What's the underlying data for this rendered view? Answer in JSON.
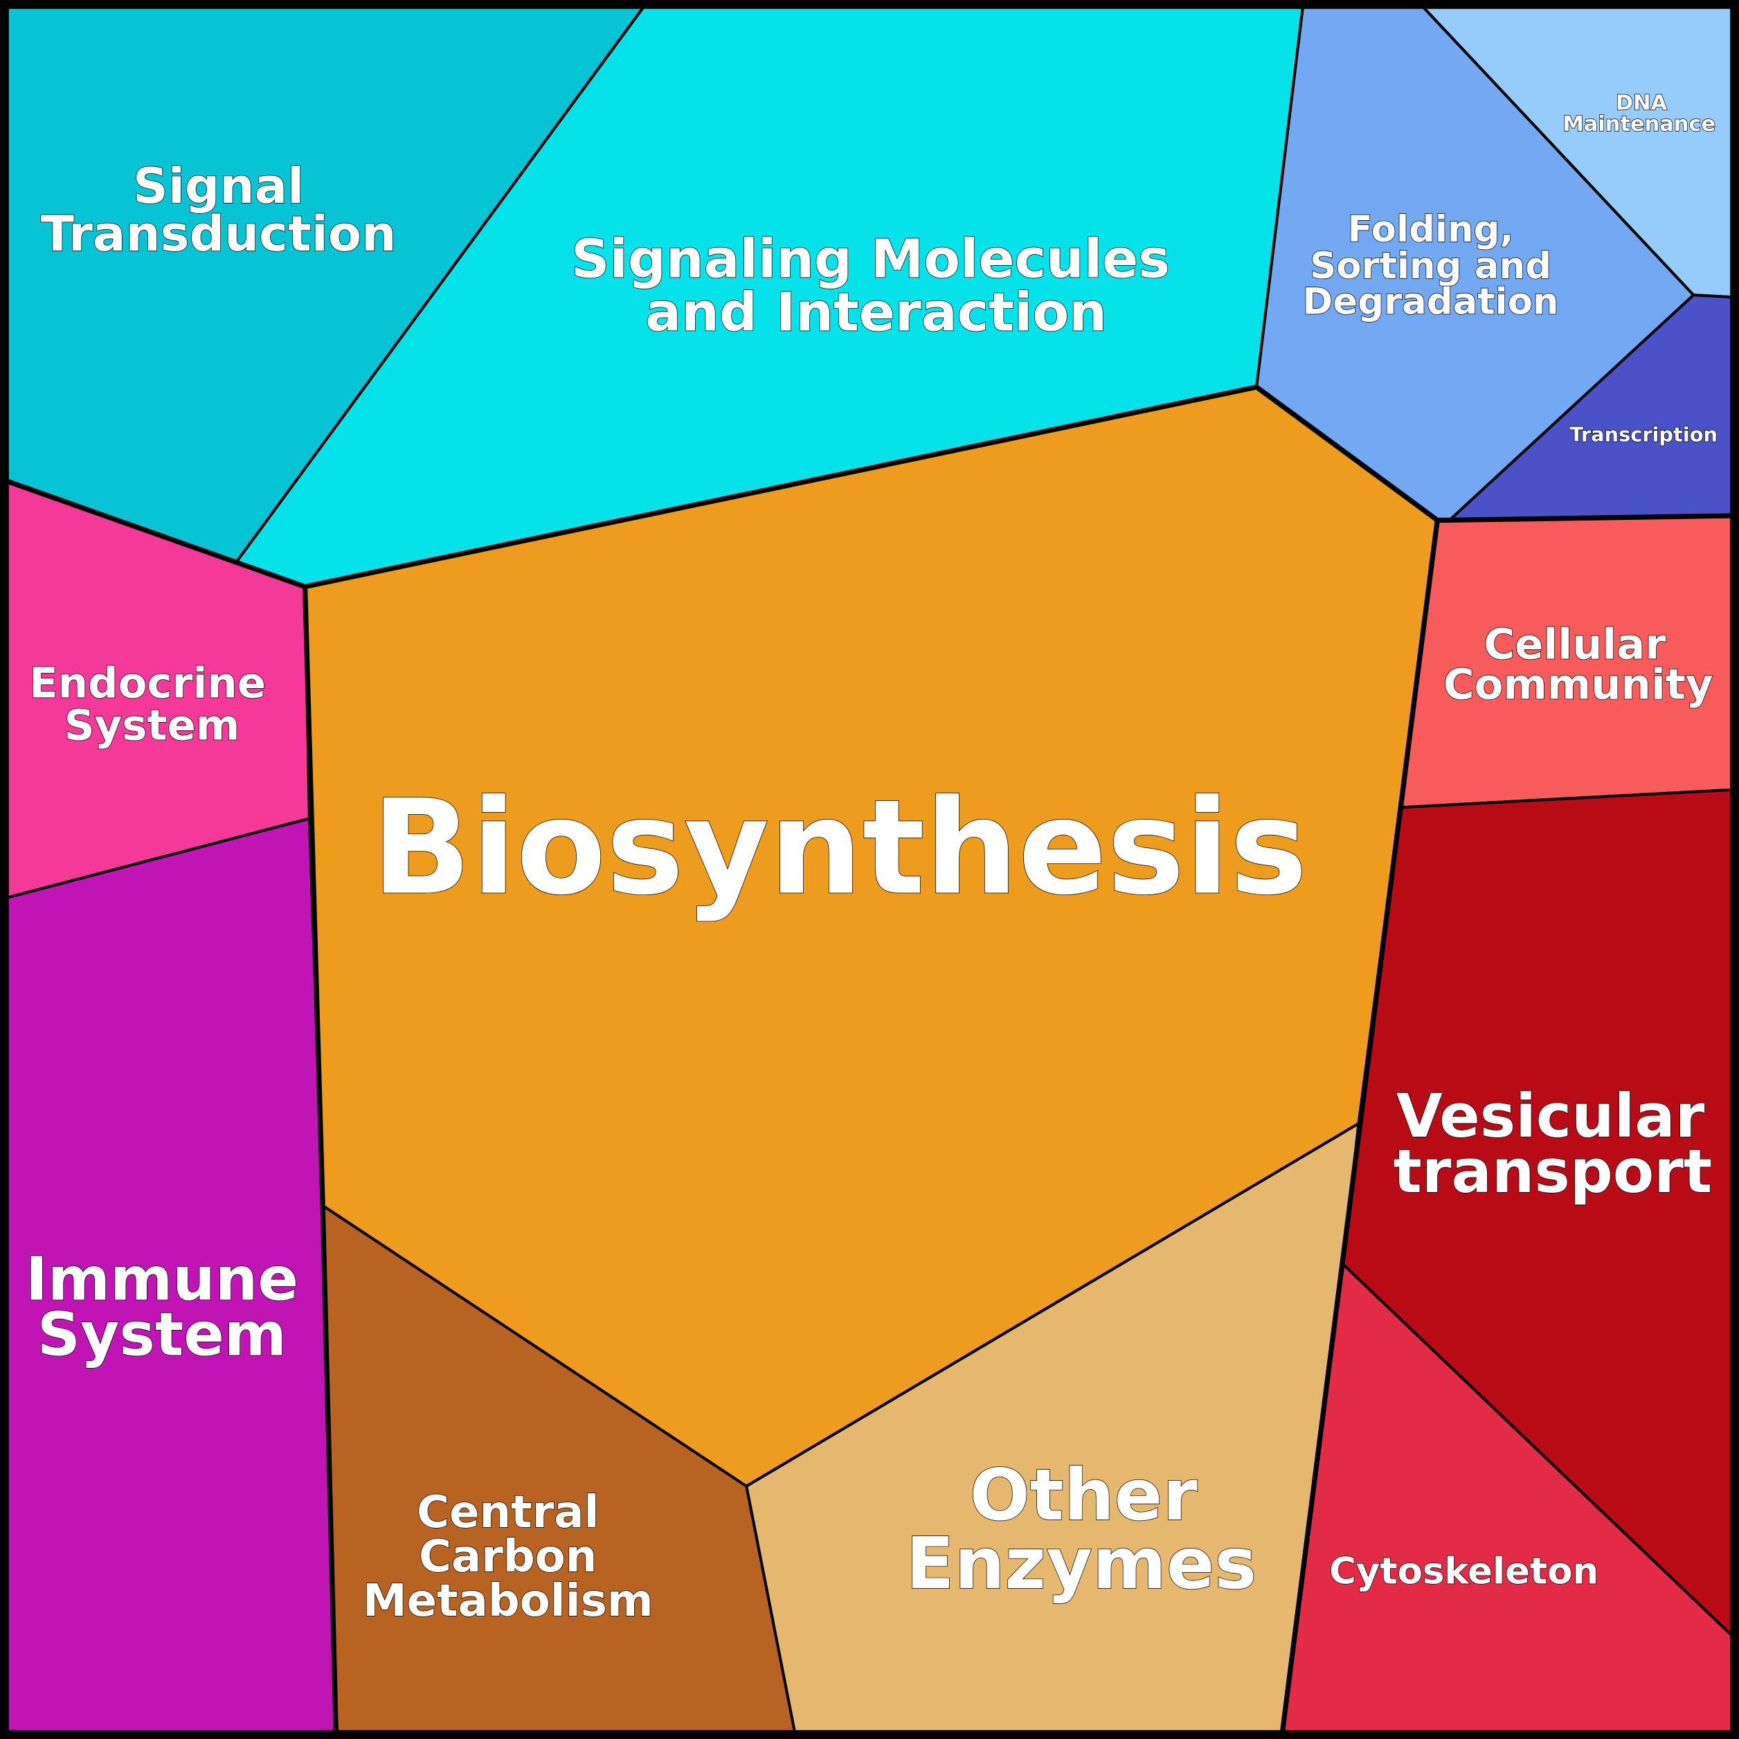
{
  "title": "Voronoi treemap of pathway categories",
  "colors": {
    "signal_transduction": "#06c4d4",
    "signaling_molecules": "#05e2ea",
    "folding": "#72a9f2",
    "dna_maintenance": "#96ccfc",
    "transcription": "#4a52c8",
    "cellular_community": "#f75b5b",
    "vesicular_transport": "#b80b15",
    "cytoskeleton": "#e32b48",
    "other_enzymes": "#e6b76f",
    "central_carbon": "#b86322",
    "biosynthesis": "#ee9c1e",
    "immune": "#c014b4",
    "endocrine": "#f53998"
  },
  "cells": {
    "signal_transduction": [
      "Signal",
      "Transduction"
    ],
    "signaling_molecules": [
      "Signaling Molecules",
      "and Interaction"
    ],
    "folding": [
      "Folding,",
      "Sorting and",
      "Degradation"
    ],
    "dna_maintenance": [
      "DNA",
      "Maintenance"
    ],
    "transcription": [
      "Transcription"
    ],
    "cellular_community": [
      "Cellular",
      "Community"
    ],
    "biosynthesis": [
      "Biosynthesis"
    ],
    "endocrine": [
      "Endocrine",
      "System"
    ],
    "vesicular_transport": [
      "Vesicular",
      "transport"
    ],
    "immune": [
      "Immune",
      "System"
    ],
    "other_enzymes": [
      "Other",
      "Enzymes"
    ],
    "central_carbon": [
      "Central",
      "Carbon",
      "Metabolism"
    ],
    "cytoskeleton": [
      "Cytoskeleton"
    ]
  }
}
